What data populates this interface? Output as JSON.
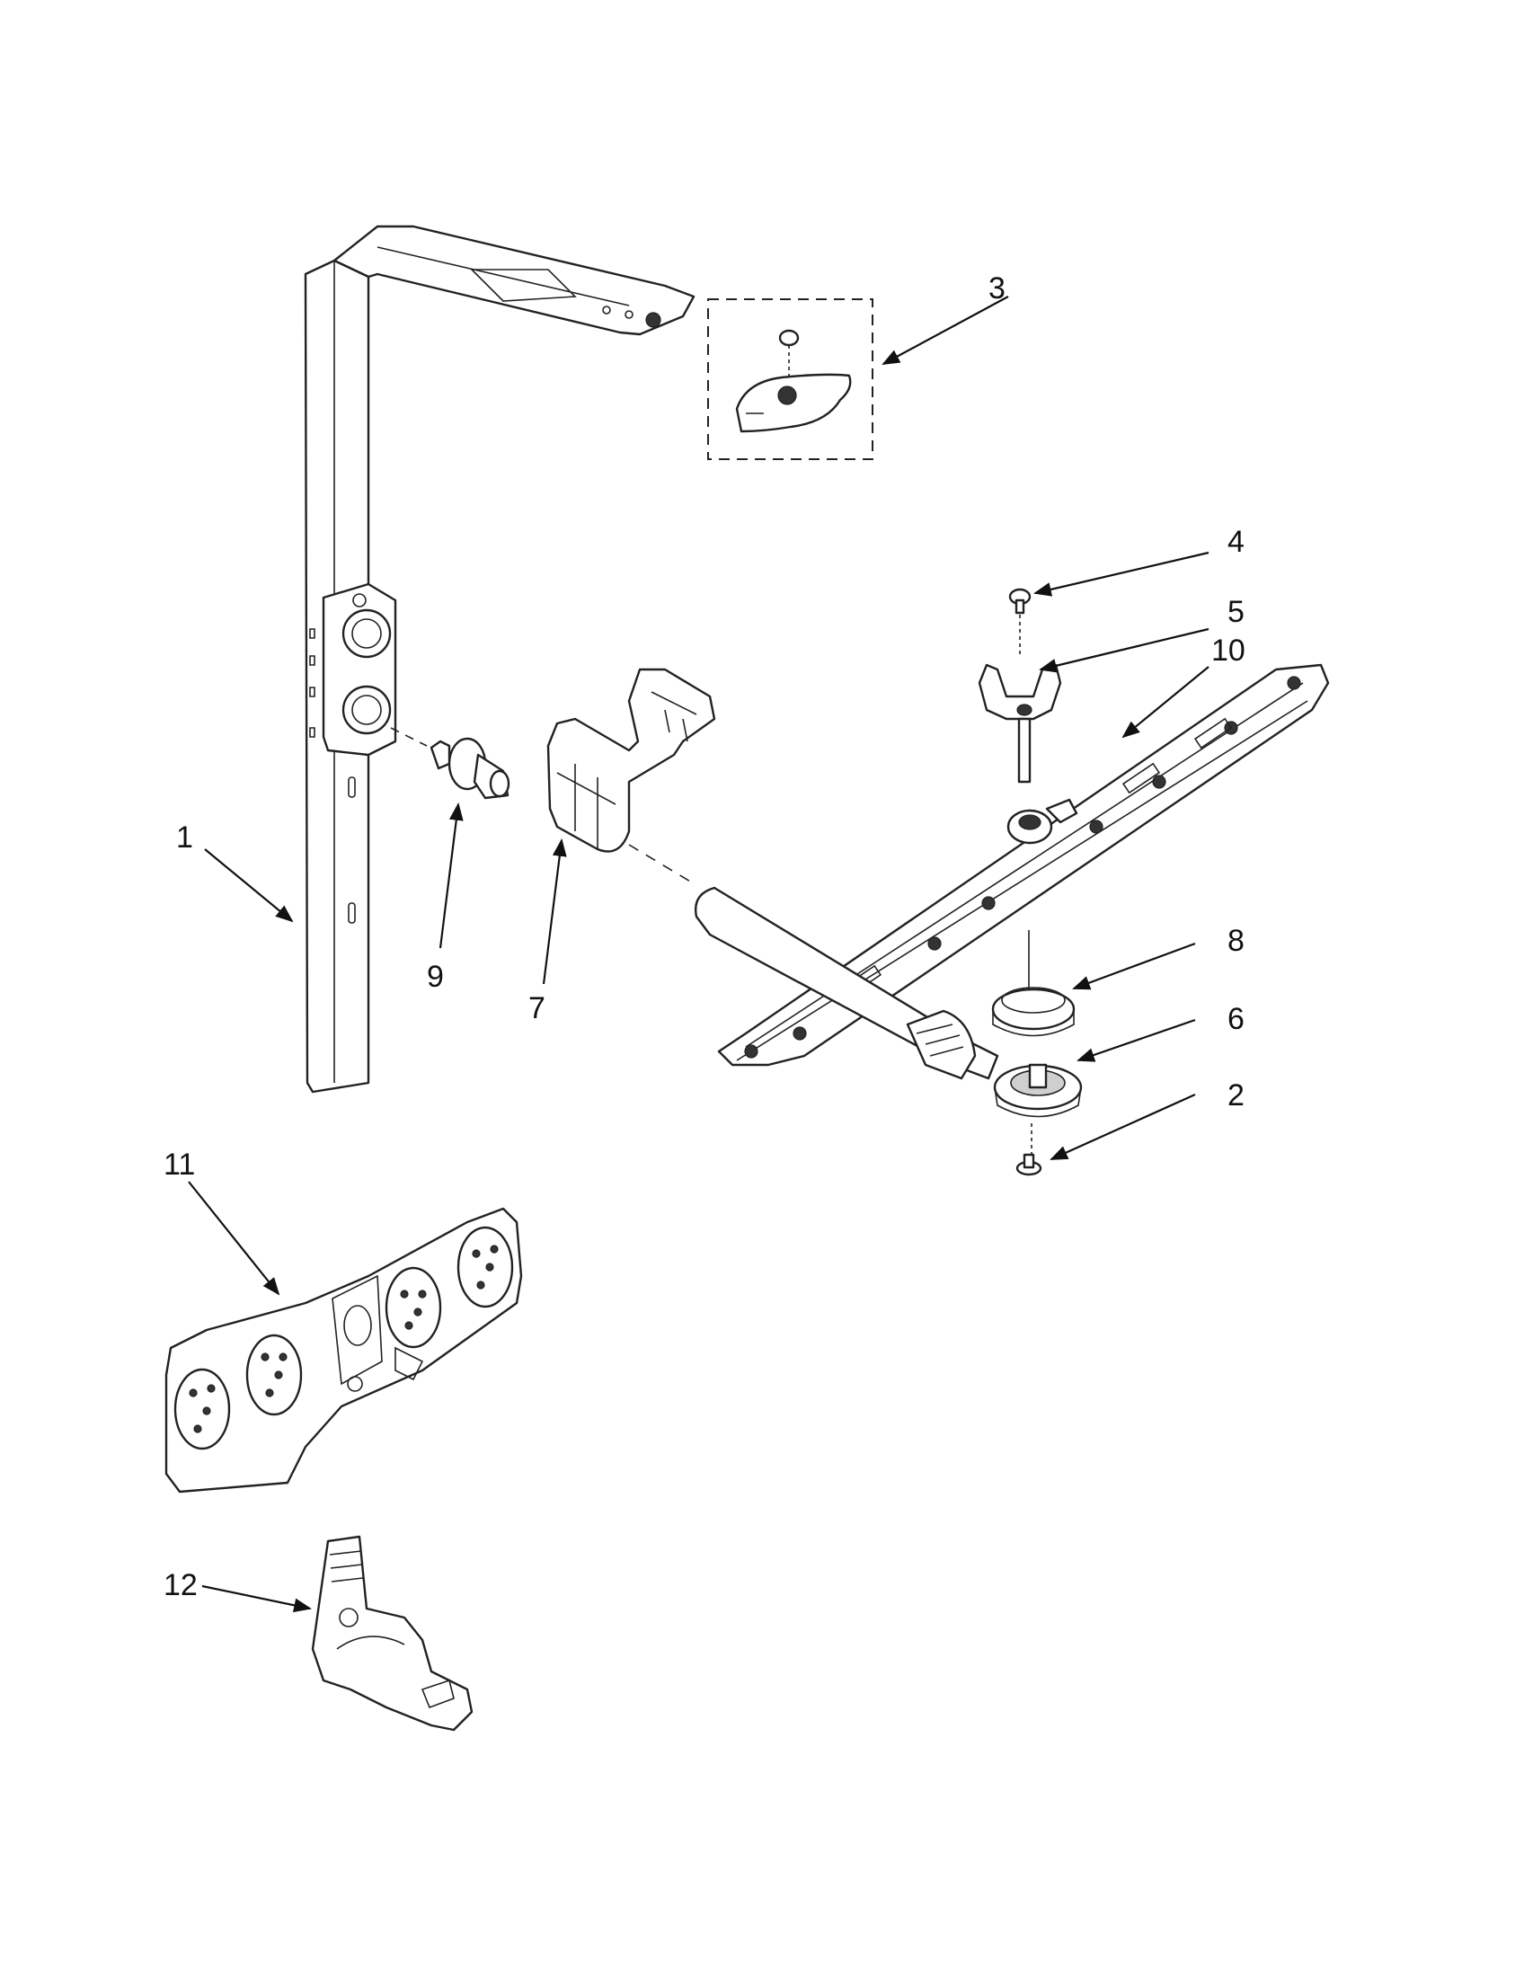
{
  "callouts": [
    {
      "id": "1",
      "label": "1"
    },
    {
      "id": "2",
      "label": "2"
    },
    {
      "id": "3",
      "label": "3"
    },
    {
      "id": "4",
      "label": "4"
    },
    {
      "id": "5",
      "label": "5"
    },
    {
      "id": "6",
      "label": "6"
    },
    {
      "id": "7",
      "label": "7"
    },
    {
      "id": "8",
      "label": "8"
    },
    {
      "id": "9",
      "label": "9"
    },
    {
      "id": "10",
      "label": "10"
    },
    {
      "id": "11",
      "label": "11"
    },
    {
      "id": "12",
      "label": "12"
    }
  ],
  "colors": {
    "line": "#222222",
    "background": "#ffffff",
    "shade": "#cfcfcf"
  }
}
